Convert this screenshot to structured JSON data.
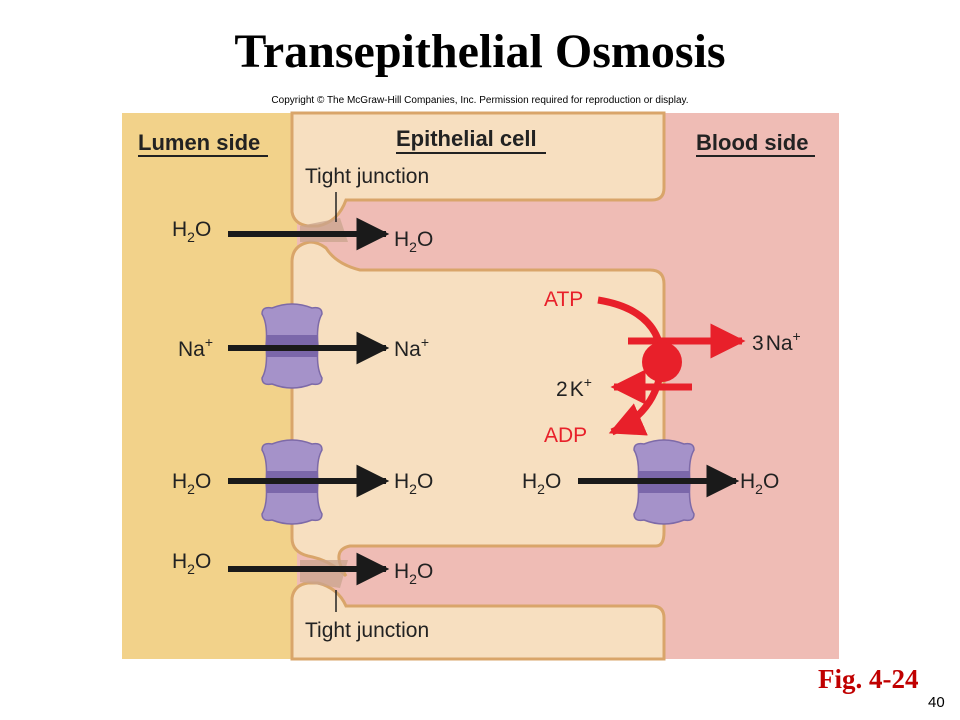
{
  "title": "Transepithelial Osmosis",
  "copyright": "Copyright © The McGraw-Hill Companies, Inc. Permission required for reproduction or display.",
  "headers": {
    "lumen": "Lumen side",
    "epithelial": "Epithelial cell",
    "blood": "Blood side"
  },
  "tight_junction": "Tight junction",
  "h2o_left": "H2O",
  "na_left": "Na+",
  "na_right": "Na+",
  "pump": {
    "atp": "ATP",
    "adp": "ADP",
    "na_out": "3Na+",
    "k_in": "2K+"
  },
  "figure_ref": "Fig. 4-24",
  "slide_number": "40",
  "colors": {
    "lumen": "#f2d28a",
    "cell": "#f7dfc0",
    "blood": "#efbcb5",
    "channel": "#a592c9",
    "arrow": "#1a1a1a",
    "pump_red": "#e8202a"
  }
}
